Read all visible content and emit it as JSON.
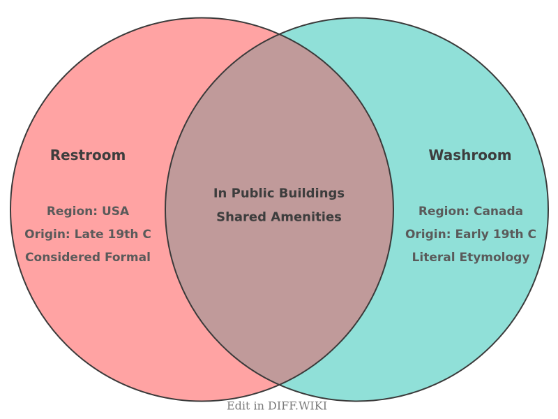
{
  "diagram": {
    "left_set": {
      "title": "Restroom",
      "items": [
        "Region: USA",
        "Origin: Late 19th C",
        "Considered Formal"
      ],
      "fill_color": "#FFA3A3"
    },
    "right_set": {
      "title": "Washroom",
      "items": [
        "Region: Canada",
        "Origin: Early 19th C",
        "Literal Etymology"
      ],
      "fill_color": "#90E0D8"
    },
    "intersection": {
      "items": [
        "In Public Buildings",
        "Shared Amenities"
      ],
      "fill_color": "#C09A9A"
    },
    "outline_color": "#3A3A3A",
    "title_text_color": "#3D3D3D",
    "item_text_color": "#5A5A5A",
    "intersection_text_color": "#3D3D3D"
  },
  "footer": {
    "edit_label": "Edit in DIFF.WIKI",
    "text_color": "#7A7A7A"
  }
}
